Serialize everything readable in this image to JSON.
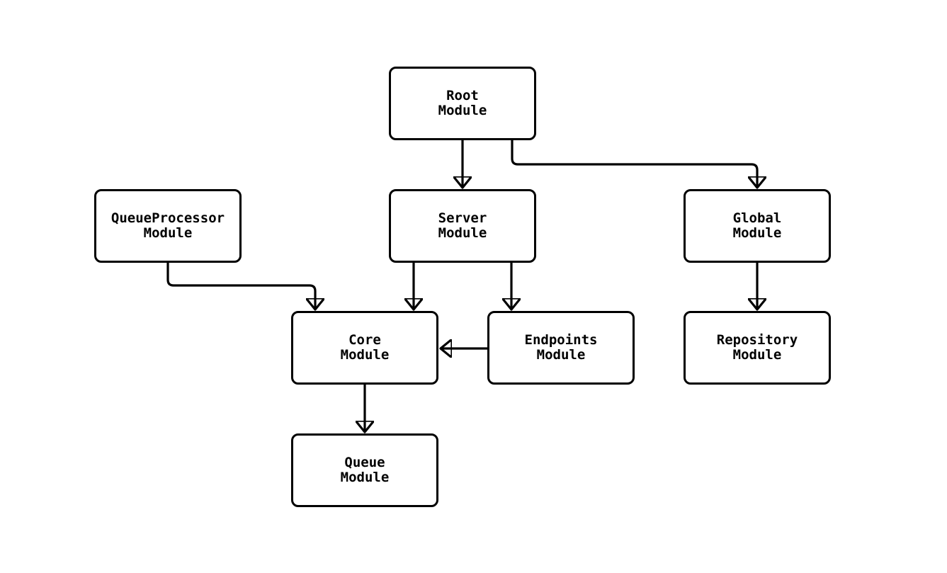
{
  "diagram": {
    "type": "module-dependency-graph",
    "colors": {
      "background": "#ffffff",
      "node_fill": "#ffffff",
      "node_border": "#000000",
      "edge": "#000000",
      "text": "#000000"
    },
    "nodes": {
      "root": {
        "lines": [
          "Root",
          "Module"
        ]
      },
      "queueprocessor": {
        "lines": [
          "QueueProcessor",
          "Module"
        ]
      },
      "server": {
        "lines": [
          "Server",
          "Module"
        ]
      },
      "global": {
        "lines": [
          "Global",
          "Module"
        ]
      },
      "core": {
        "lines": [
          "Core",
          "Module"
        ]
      },
      "endpoints": {
        "lines": [
          "Endpoints",
          "Module"
        ]
      },
      "repository": {
        "lines": [
          "Repository",
          "Module"
        ]
      },
      "queue": {
        "lines": [
          "Queue",
          "Module"
        ]
      }
    },
    "edges": [
      {
        "from": "Root Module",
        "to": "Server Module"
      },
      {
        "from": "Root Module",
        "to": "Global Module"
      },
      {
        "from": "QueueProcessor Module",
        "to": "Core Module"
      },
      {
        "from": "Server Module",
        "to": "Core Module"
      },
      {
        "from": "Server Module",
        "to": "Endpoints Module"
      },
      {
        "from": "Endpoints Module",
        "to": "Core Module"
      },
      {
        "from": "Global Module",
        "to": "Repository Module"
      },
      {
        "from": "Core Module",
        "to": "Queue Module"
      }
    ]
  }
}
